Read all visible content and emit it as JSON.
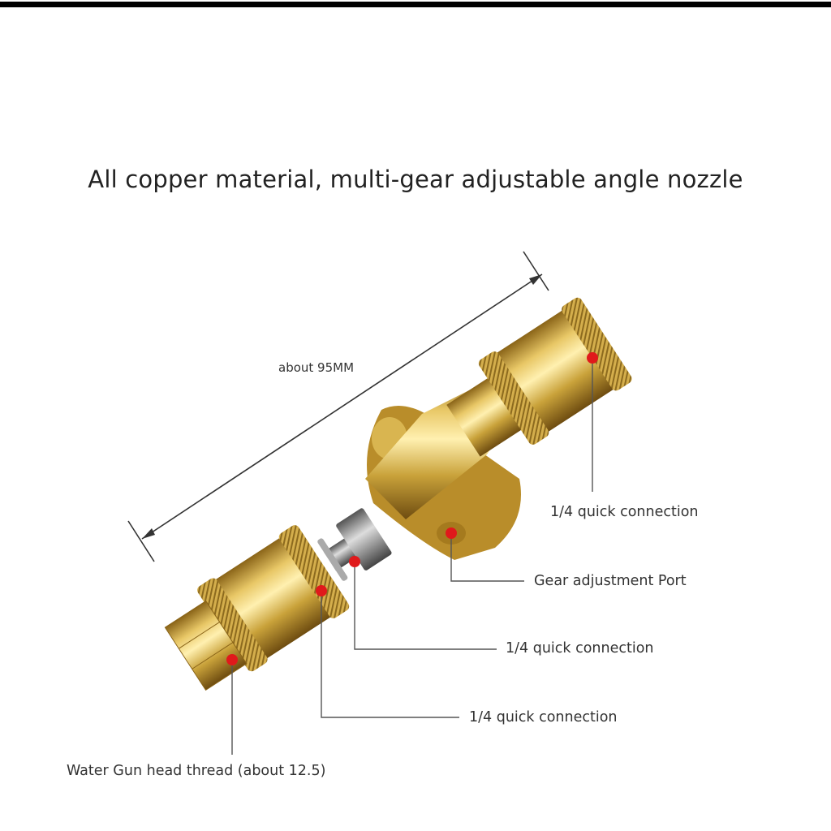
{
  "title": "All copper material, multi-gear adjustable angle nozzle",
  "dimension": {
    "label": "about 95MM"
  },
  "callouts": [
    {
      "label": "1/4 quick connection"
    },
    {
      "label": "Gear adjustment Port"
    },
    {
      "label": "1/4 quick connection"
    },
    {
      "label": "1/4 quick connection"
    },
    {
      "label": "Water Gun head thread (about 12.5)"
    }
  ],
  "colors": {
    "brass": "#c9a23a",
    "marker": "#e0191b",
    "text": "#333333"
  }
}
